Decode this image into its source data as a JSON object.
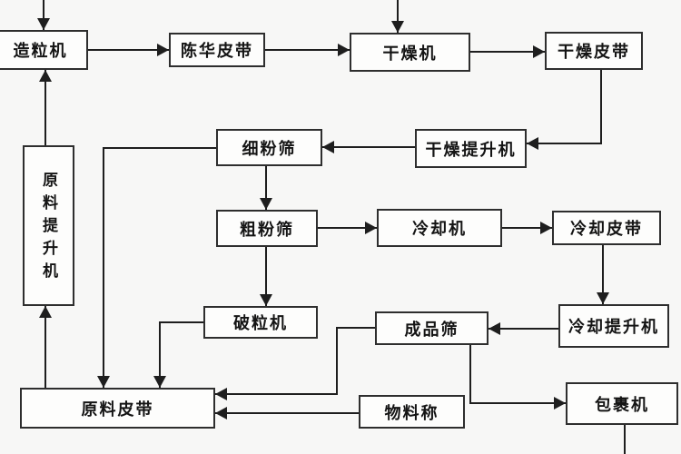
{
  "diagram": {
    "type": "process-flowchart",
    "language": "zh-CN",
    "nodes": {
      "granulator": {
        "label": "造粒机"
      },
      "aging_belt": {
        "label": "陈华皮带"
      },
      "dryer": {
        "label": "干燥机"
      },
      "drying_belt": {
        "label": "干燥皮带"
      },
      "raw_material_elevator": {
        "label": "原料提升机"
      },
      "fine_powder_sieve": {
        "label": "细粉筛"
      },
      "drying_elevator": {
        "label": "干燥提升机"
      },
      "coarse_powder_sieve": {
        "label": "粗粉筛"
      },
      "cooler": {
        "label": "冷却机"
      },
      "cooling_belt": {
        "label": "冷却皮带"
      },
      "crusher": {
        "label": "破粒机"
      },
      "finished_product_sieve": {
        "label": "成品筛"
      },
      "cooling_elevator": {
        "label": "冷却提升机"
      },
      "raw_material_belt": {
        "label": "原料皮带"
      },
      "material_scale": {
        "label": "物料称"
      },
      "wrapping_machine": {
        "label": "包裹机"
      }
    },
    "edges": [
      {
        "from": "offscreen-top-left",
        "to": "granulator"
      },
      {
        "from": "granulator",
        "to": "aging_belt"
      },
      {
        "from": "aging_belt",
        "to": "dryer"
      },
      {
        "from": "offscreen-top-middle",
        "to": "dryer"
      },
      {
        "from": "dryer",
        "to": "drying_belt"
      },
      {
        "from": "drying_belt",
        "to": "drying_elevator"
      },
      {
        "from": "drying_elevator",
        "to": "fine_powder_sieve"
      },
      {
        "from": "fine_powder_sieve",
        "to": "coarse_powder_sieve"
      },
      {
        "from": "coarse_powder_sieve",
        "to": "cooler"
      },
      {
        "from": "cooler",
        "to": "cooling_belt"
      },
      {
        "from": "cooling_belt",
        "to": "cooling_elevator"
      },
      {
        "from": "cooling_elevator",
        "to": "finished_product_sieve"
      },
      {
        "from": "coarse_powder_sieve",
        "to": "crusher"
      },
      {
        "from": "crusher",
        "to": "raw_material_belt"
      },
      {
        "from": "fine_powder_sieve",
        "to": "raw_material_belt"
      },
      {
        "from": "finished_product_sieve",
        "to": "raw_material_belt"
      },
      {
        "from": "material_scale",
        "to": "raw_material_belt"
      },
      {
        "from": "raw_material_belt",
        "to": "raw_material_elevator"
      },
      {
        "from": "raw_material_elevator",
        "to": "granulator"
      },
      {
        "from": "finished_product_sieve",
        "to": "wrapping_machine"
      },
      {
        "from": "wrapping_machine",
        "to": "offscreen-bottom"
      }
    ],
    "colors": {
      "background": "#f7f7f6",
      "box_fill": "#fdfdfc",
      "box_border": "#2e2e2e",
      "line": "#1e1e1e",
      "text": "#141414"
    }
  }
}
